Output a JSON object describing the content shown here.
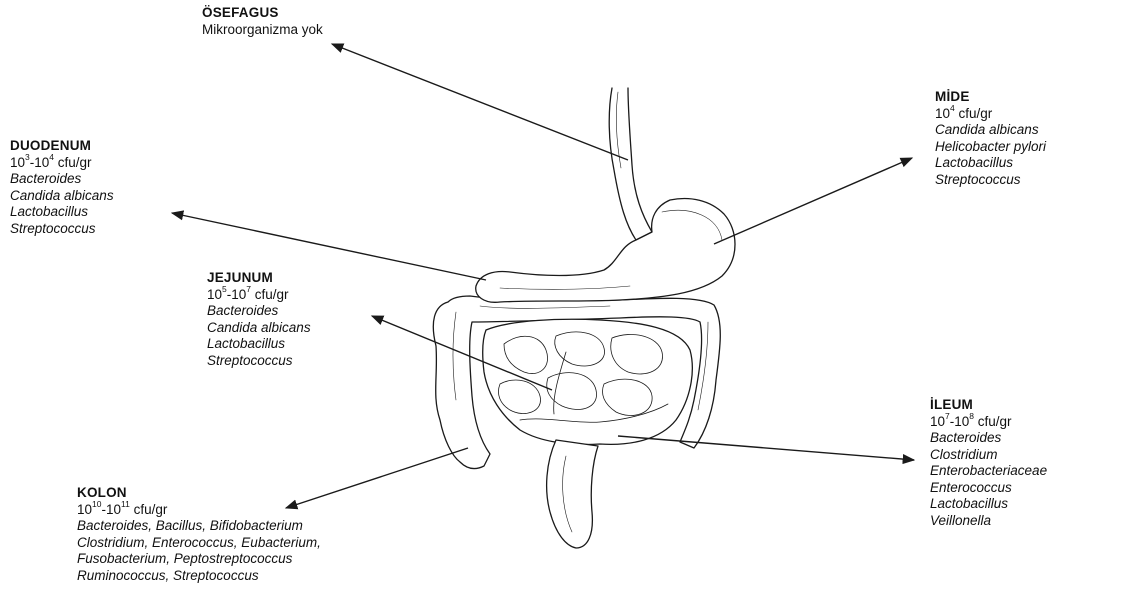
{
  "regions": {
    "esophagus": {
      "title": "ÖSEFAGUS",
      "count_text": "Mikroorganizma yok",
      "organisms": []
    },
    "stomach": {
      "title": "MİDE",
      "count_base": "10",
      "count_exp": "4",
      "count_unit": " cfu/gr",
      "organisms": [
        "Candida albicans",
        "Helicobacter pylori",
        "Lactobacillus",
        "Streptococcus"
      ]
    },
    "duodenum": {
      "title": "DUODENUM",
      "count_base1": "10",
      "count_exp1": "3",
      "count_sep": "-",
      "count_base2": "10",
      "count_exp2": "4",
      "count_unit": " cfu/gr",
      "organisms": [
        "Bacteroides",
        "Candida albicans",
        "Lactobacillus",
        "Streptococcus"
      ]
    },
    "jejunum": {
      "title": "JEJUNUM",
      "count_base1": "10",
      "count_exp1": "5",
      "count_sep": "-",
      "count_base2": "10",
      "count_exp2": "7",
      "count_unit": " cfu/gr",
      "organisms": [
        "Bacteroides",
        "Candida albicans",
        "Lactobacillus",
        "Streptococcus"
      ]
    },
    "ileum": {
      "title": "İLEUM",
      "count_base1": "10",
      "count_exp1": "7",
      "count_sep": "-",
      "count_base2": "10",
      "count_exp2": "8",
      "count_unit": " cfu/gr",
      "organisms": [
        "Bacteroides",
        "Clostridium",
        "Enterobacteriaceae",
        "Enterococcus",
        "Lactobacillus",
        "Veillonella"
      ]
    },
    "colon": {
      "title": "KOLON",
      "count_base1": "10",
      "count_exp1": "10",
      "count_sep": "-",
      "count_base2": "10",
      "count_exp2": "11",
      "count_unit": " cfu/gr",
      "organisms": [
        "Bacteroides, Bacillus, Bifidobacterium",
        "Clostridium, Enterococcus, Eubacterium,",
        "Fusobacterium, Peptostreptococcus",
        "Ruminococcus, Streptococcus"
      ]
    }
  },
  "colors": {
    "line": "#1a1a1a",
    "text": "#111111",
    "background": "#ffffff"
  }
}
